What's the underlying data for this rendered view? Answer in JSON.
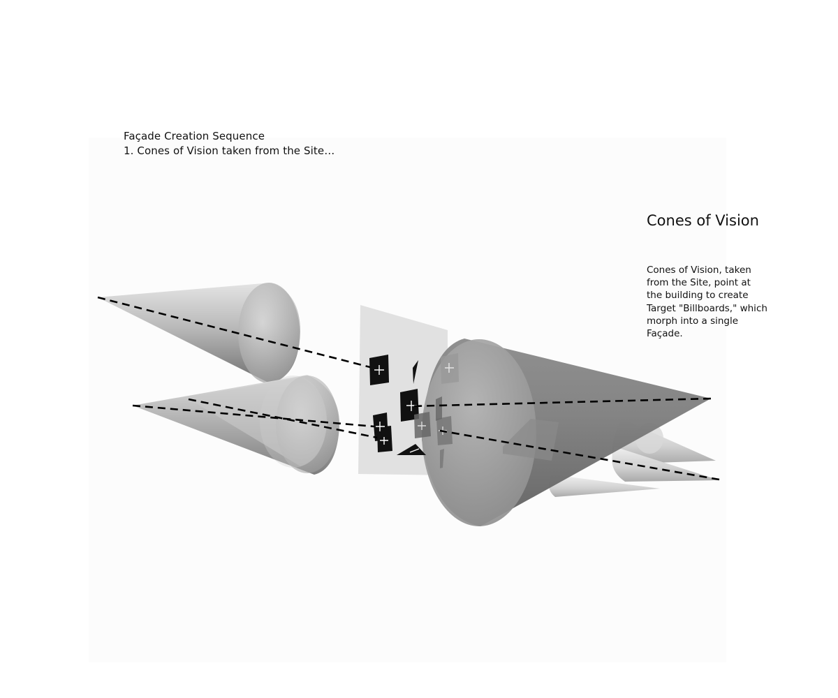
{
  "sequence": {
    "title": "Façade Creation Sequence",
    "step": "1. Cones of Vision taken from the Site…"
  },
  "panel": {
    "heading": "Cones of Vision",
    "description": "Cones of Vision, taken from the Site, point at the building to create Target \"Billboards,\" which morph into a single Façade."
  },
  "colors": {
    "cone_light": "#e6e6e6",
    "cone_mid": "#b0b0b0",
    "cone_dark": "#6a6a6a",
    "billboard": "#111111",
    "facade_plane": "#d9d9d9",
    "sightline": "#000000"
  }
}
